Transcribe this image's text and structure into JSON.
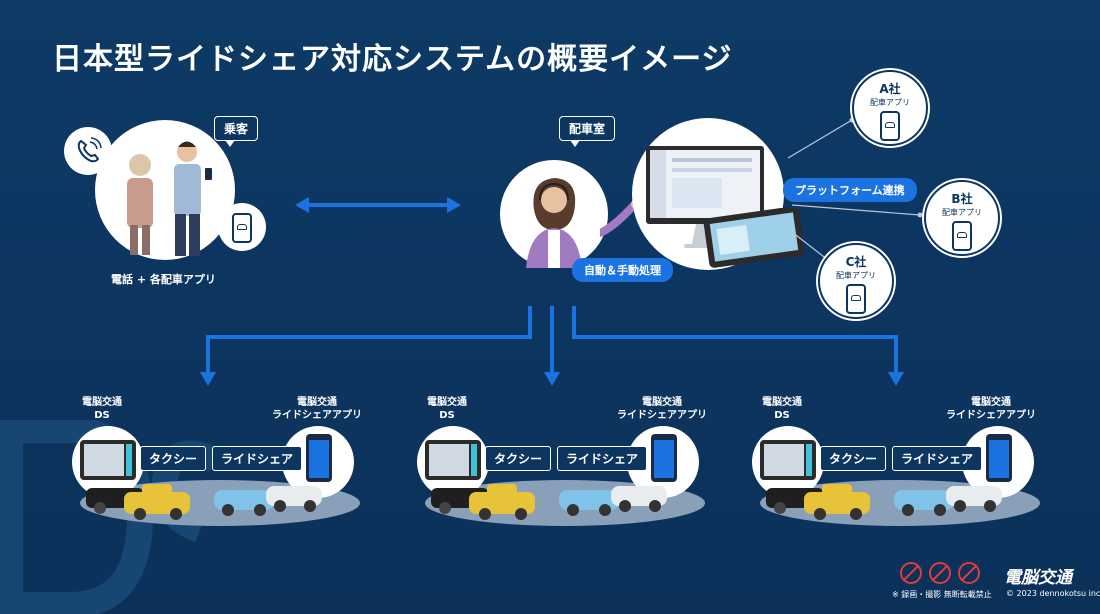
{
  "title": "日本型ライドシェア対応システムの概要イメージ",
  "passenger": {
    "label": "乗客",
    "caption": "電話 + 各配車アプリ",
    "icons": [
      "phone-icon",
      "smartphone-car-icon"
    ]
  },
  "dispatch": {
    "label": "配車室",
    "auto_label": "自動＆手動処理",
    "platform_label": "プラットフォーム連携"
  },
  "companies": [
    {
      "name": "A社",
      "app": "配車アプリ"
    },
    {
      "name": "B社",
      "app": "配車アプリ"
    },
    {
      "name": "C社",
      "app": "配車アプリ"
    }
  ],
  "groups": [
    {
      "ds_line1": "電脳交通",
      "ds_line2": "DS",
      "app_line1": "電脳交通",
      "app_line2": "ライドシェアアプリ",
      "taxi": "タクシー",
      "rideshare": "ライドシェア"
    },
    {
      "ds_line1": "電脳交通",
      "ds_line2": "DS",
      "app_line1": "電脳交通",
      "app_line2": "ライドシェアアプリ",
      "taxi": "タクシー",
      "rideshare": "ライドシェア"
    },
    {
      "ds_line1": "電脳交通",
      "ds_line2": "DS",
      "app_line1": "電脳交通",
      "app_line2": "ライドシェアアプリ",
      "taxi": "タクシー",
      "rideshare": "ライドシェア"
    }
  ],
  "footer": {
    "note": "※ 録画・撮影 無断転載禁止",
    "logo": "電脳交通",
    "copyright": "© 2023 dennokotsu inc."
  },
  "colors": {
    "background": "#0c3560",
    "accent": "#1a73e0",
    "white": "#ffffff",
    "taxi_yellow": "#e8c33a",
    "car_blue": "#7fc4e8"
  }
}
